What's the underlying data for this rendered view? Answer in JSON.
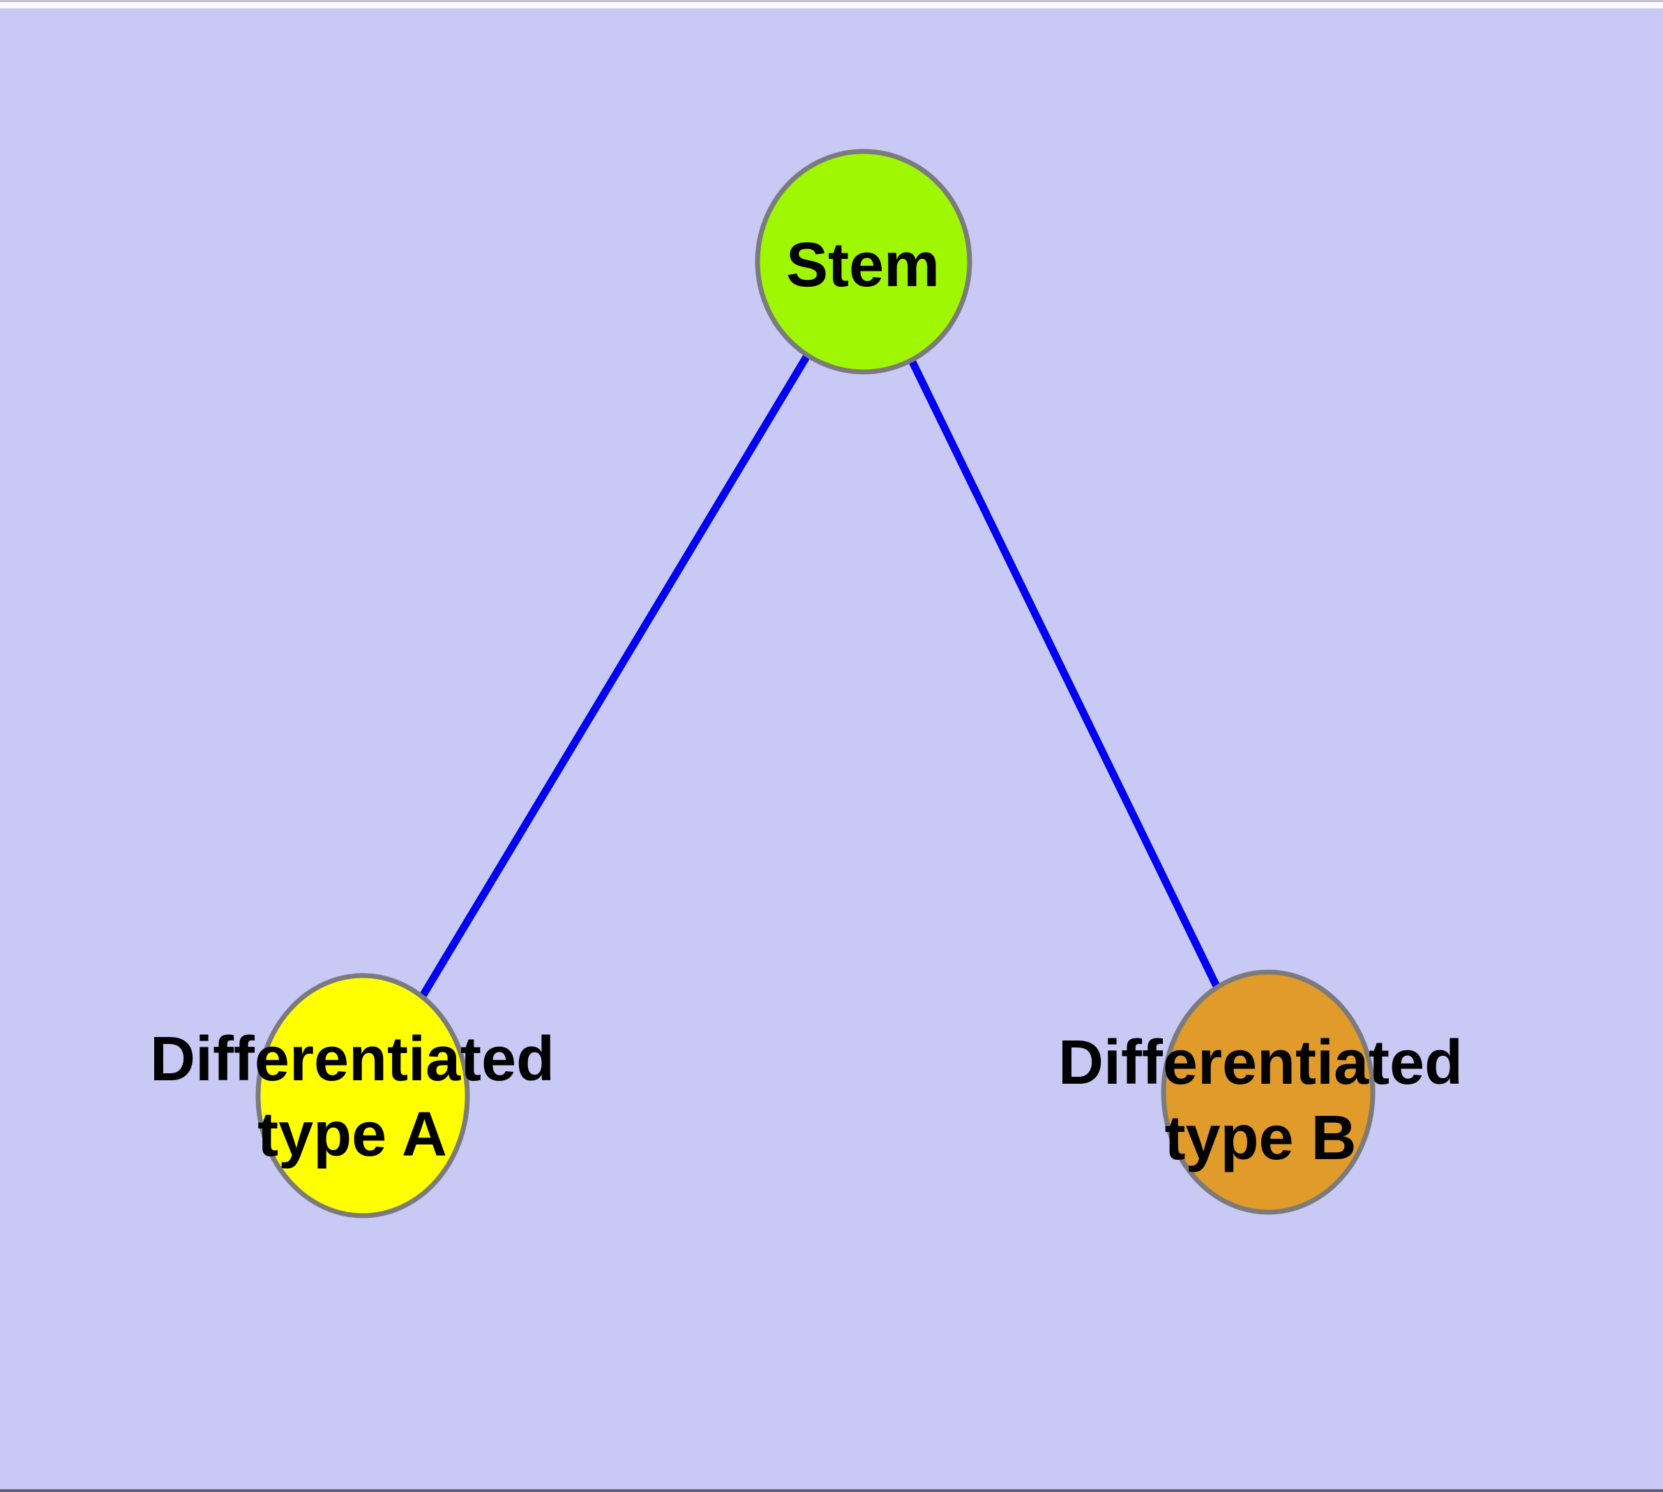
{
  "diagram": {
    "type": "node-link-graph",
    "nodes": [
      {
        "id": "stem",
        "label": "Stem",
        "lines": [
          "Stem"
        ],
        "fill": "#a0f702"
      },
      {
        "id": "differentiated-type-a",
        "label": "Differentiated type A",
        "lines": [
          "Differentiated",
          "type A"
        ],
        "fill": "#ffff00"
      },
      {
        "id": "differentiated-type-b",
        "label": "Differentiated type B",
        "lines": [
          "Differentiated",
          "type B"
        ],
        "fill": "#e19b2a"
      }
    ],
    "edges": [
      {
        "from": "Stem",
        "to": "Differentiated type A"
      },
      {
        "from": "Stem",
        "to": "Differentiated type B"
      }
    ],
    "colors": {
      "background": "#c9c9f5",
      "edge": "#0000f2",
      "node_border": "#7b7b7b",
      "label_text": "#000000"
    }
  }
}
